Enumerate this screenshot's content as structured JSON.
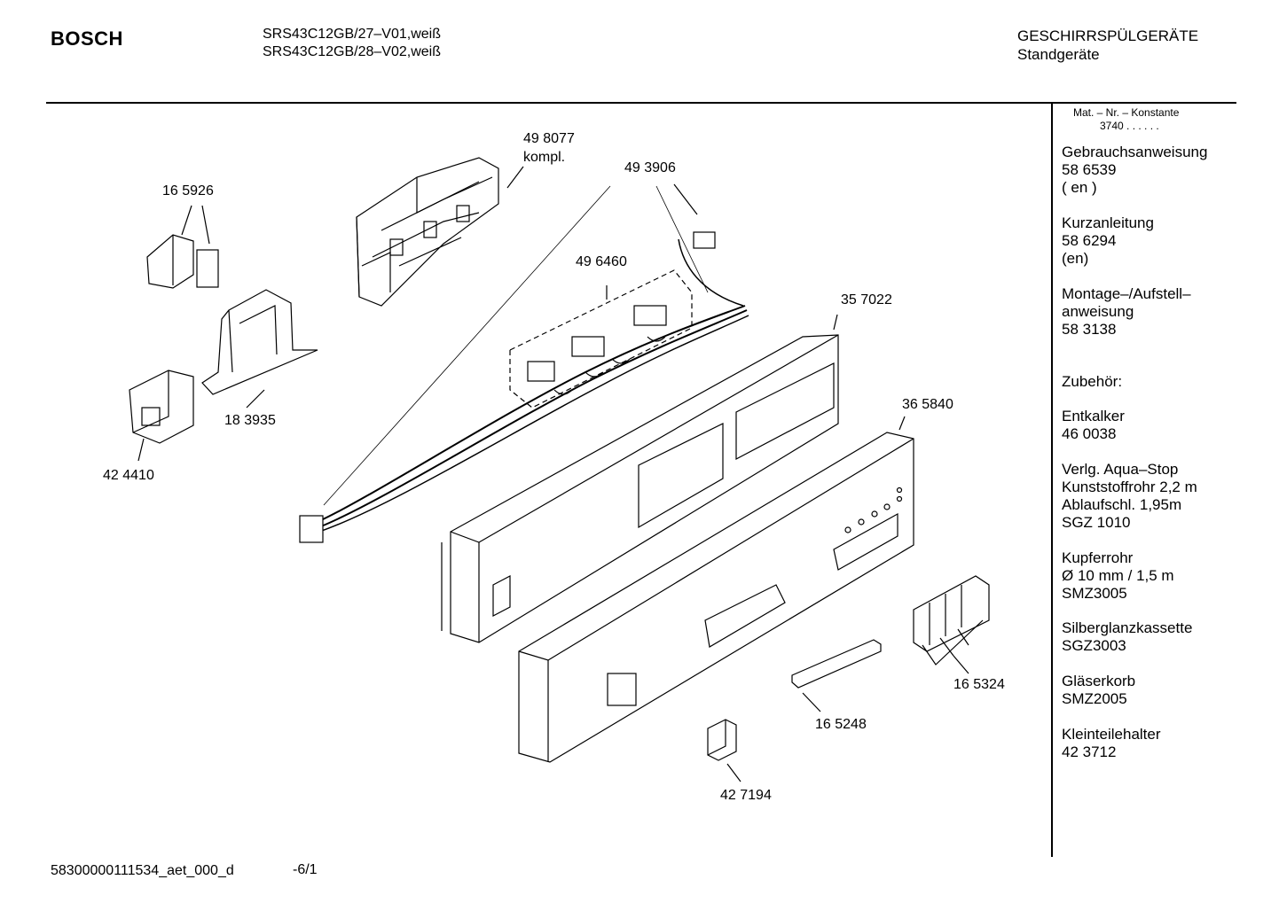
{
  "header": {
    "brand": "BOSCH",
    "models": [
      "SRS43C12GB/27–V01,weiß",
      "SRS43C12GB/28–V02,weiß"
    ],
    "category": "GESCHIRRSPÜLGERÄTE",
    "subcategory": "Standgeräte"
  },
  "materials": {
    "label": "Mat. – Nr. – Konstante",
    "value": "3740 .  .  .  .  .  ."
  },
  "sidebar": [
    {
      "lines": [
        "Gebrauchsanweisung",
        "58 6539",
        "( en )"
      ]
    },
    {
      "lines": [
        "Kurzanleitung",
        "58 6294",
        "(en)"
      ]
    },
    {
      "lines": [
        "Montage–/Aufstell–",
        "anweisung",
        "58 3138"
      ]
    },
    {
      "lines": [
        "Zubehör:"
      ]
    },
    {
      "lines": [
        "Entkalker",
        "46 0038"
      ]
    },
    {
      "lines": [
        "Verlg. Aqua–Stop",
        "Kunststoffrohr 2,2 m",
        "Ablaufschl. 1,95m",
        "SGZ 1010"
      ]
    },
    {
      "lines": [
        "Kupferrohr",
        "Ø 10 mm / 1,5 m",
        "SMZ3005"
      ]
    },
    {
      "lines": [
        "Silberglanzkassette",
        "SGZ3003"
      ]
    },
    {
      "lines": [
        "Gläserkorb",
        "SMZ2005"
      ]
    },
    {
      "lines": [
        "Kleinteilehalter",
        "42 3712"
      ]
    }
  ],
  "parts": {
    "p498077": "49 8077",
    "p498077_note": "kompl.",
    "p493906": "49 3906",
    "p165926": "16 5926",
    "p496460": "49 6460",
    "p357022": "35 7022",
    "p183935": "18 3935",
    "p424410": "42 4410",
    "p365840": "36 5840",
    "p165324": "16 5324",
    "p165248": "16 5248",
    "p427194": "42 7194"
  },
  "footer": {
    "doc_id": "58300000111534_aet_000_d",
    "page": "-6/1"
  }
}
